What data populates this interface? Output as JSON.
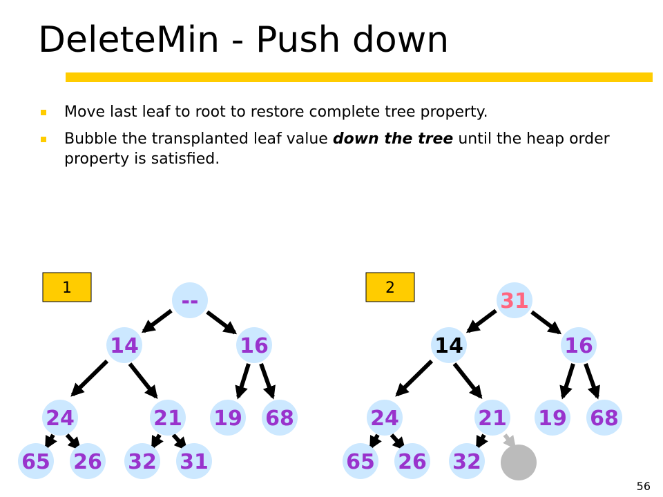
{
  "slide": {
    "title": "DeleteMin - Push down",
    "bullets": [
      {
        "text": "Move last leaf to root to restore complete tree property."
      },
      {
        "pre": "Bubble the transplanted leaf value ",
        "emph": "down the tree",
        "post": " until the heap order property is satisfied."
      }
    ],
    "page_number": "56"
  },
  "colors": {
    "accent": "#ffcc00",
    "node_fill": "#cce8ff",
    "label_purple": "#9933cc",
    "label_pink": "#ff6680",
    "label_black": "#000000",
    "hole": "#bbbbbb"
  },
  "tree1": {
    "step_label": "1",
    "nodes": {
      "root": "--",
      "l": "14",
      "r": "16",
      "ll": "24",
      "lr": "21",
      "rl": "19",
      "rr": "68",
      "lll": "65",
      "llr": "26",
      "lrl": "32",
      "lrr": "31"
    }
  },
  "tree2": {
    "step_label": "2",
    "nodes": {
      "root": "31",
      "l": "14",
      "r": "16",
      "ll": "24",
      "lr": "21",
      "rl": "19",
      "rr": "68",
      "lll": "65",
      "llr": "26",
      "lrl": "32"
    }
  }
}
